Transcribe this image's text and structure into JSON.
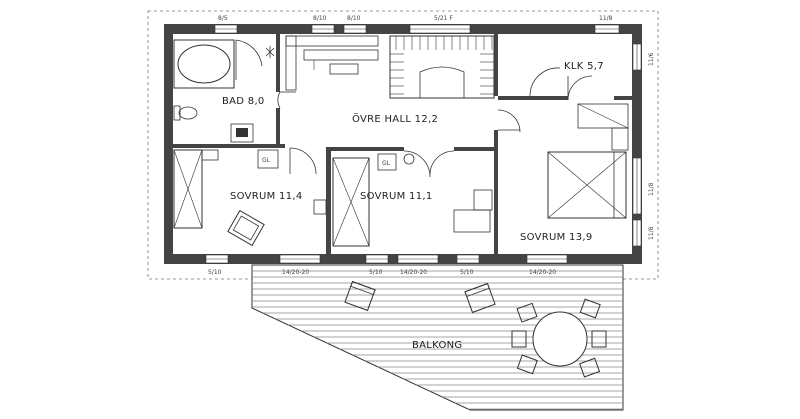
{
  "rooms": {
    "bad": "BAD 8,0",
    "hall": "ÖVRE HALL 12,2",
    "klk": "KLK 5,7",
    "sovrum1": "SOVRUM 11,4",
    "sovrum2": "SOVRUM 11,1",
    "sovrum3": "SOVRUM 13,9",
    "balkong": "BALKONG",
    "gl1": "GL",
    "gl2": "GL"
  },
  "top_dims": [
    "8/5",
    "8/10",
    "8/10",
    "5/21 F",
    "11/8"
  ],
  "right_dims": [
    "11/6",
    "11/8",
    "11/8"
  ],
  "bottom_dims": [
    "5/10",
    "14/20-20",
    "5/10",
    "14/20-20",
    "5/10",
    "14/20-20"
  ]
}
